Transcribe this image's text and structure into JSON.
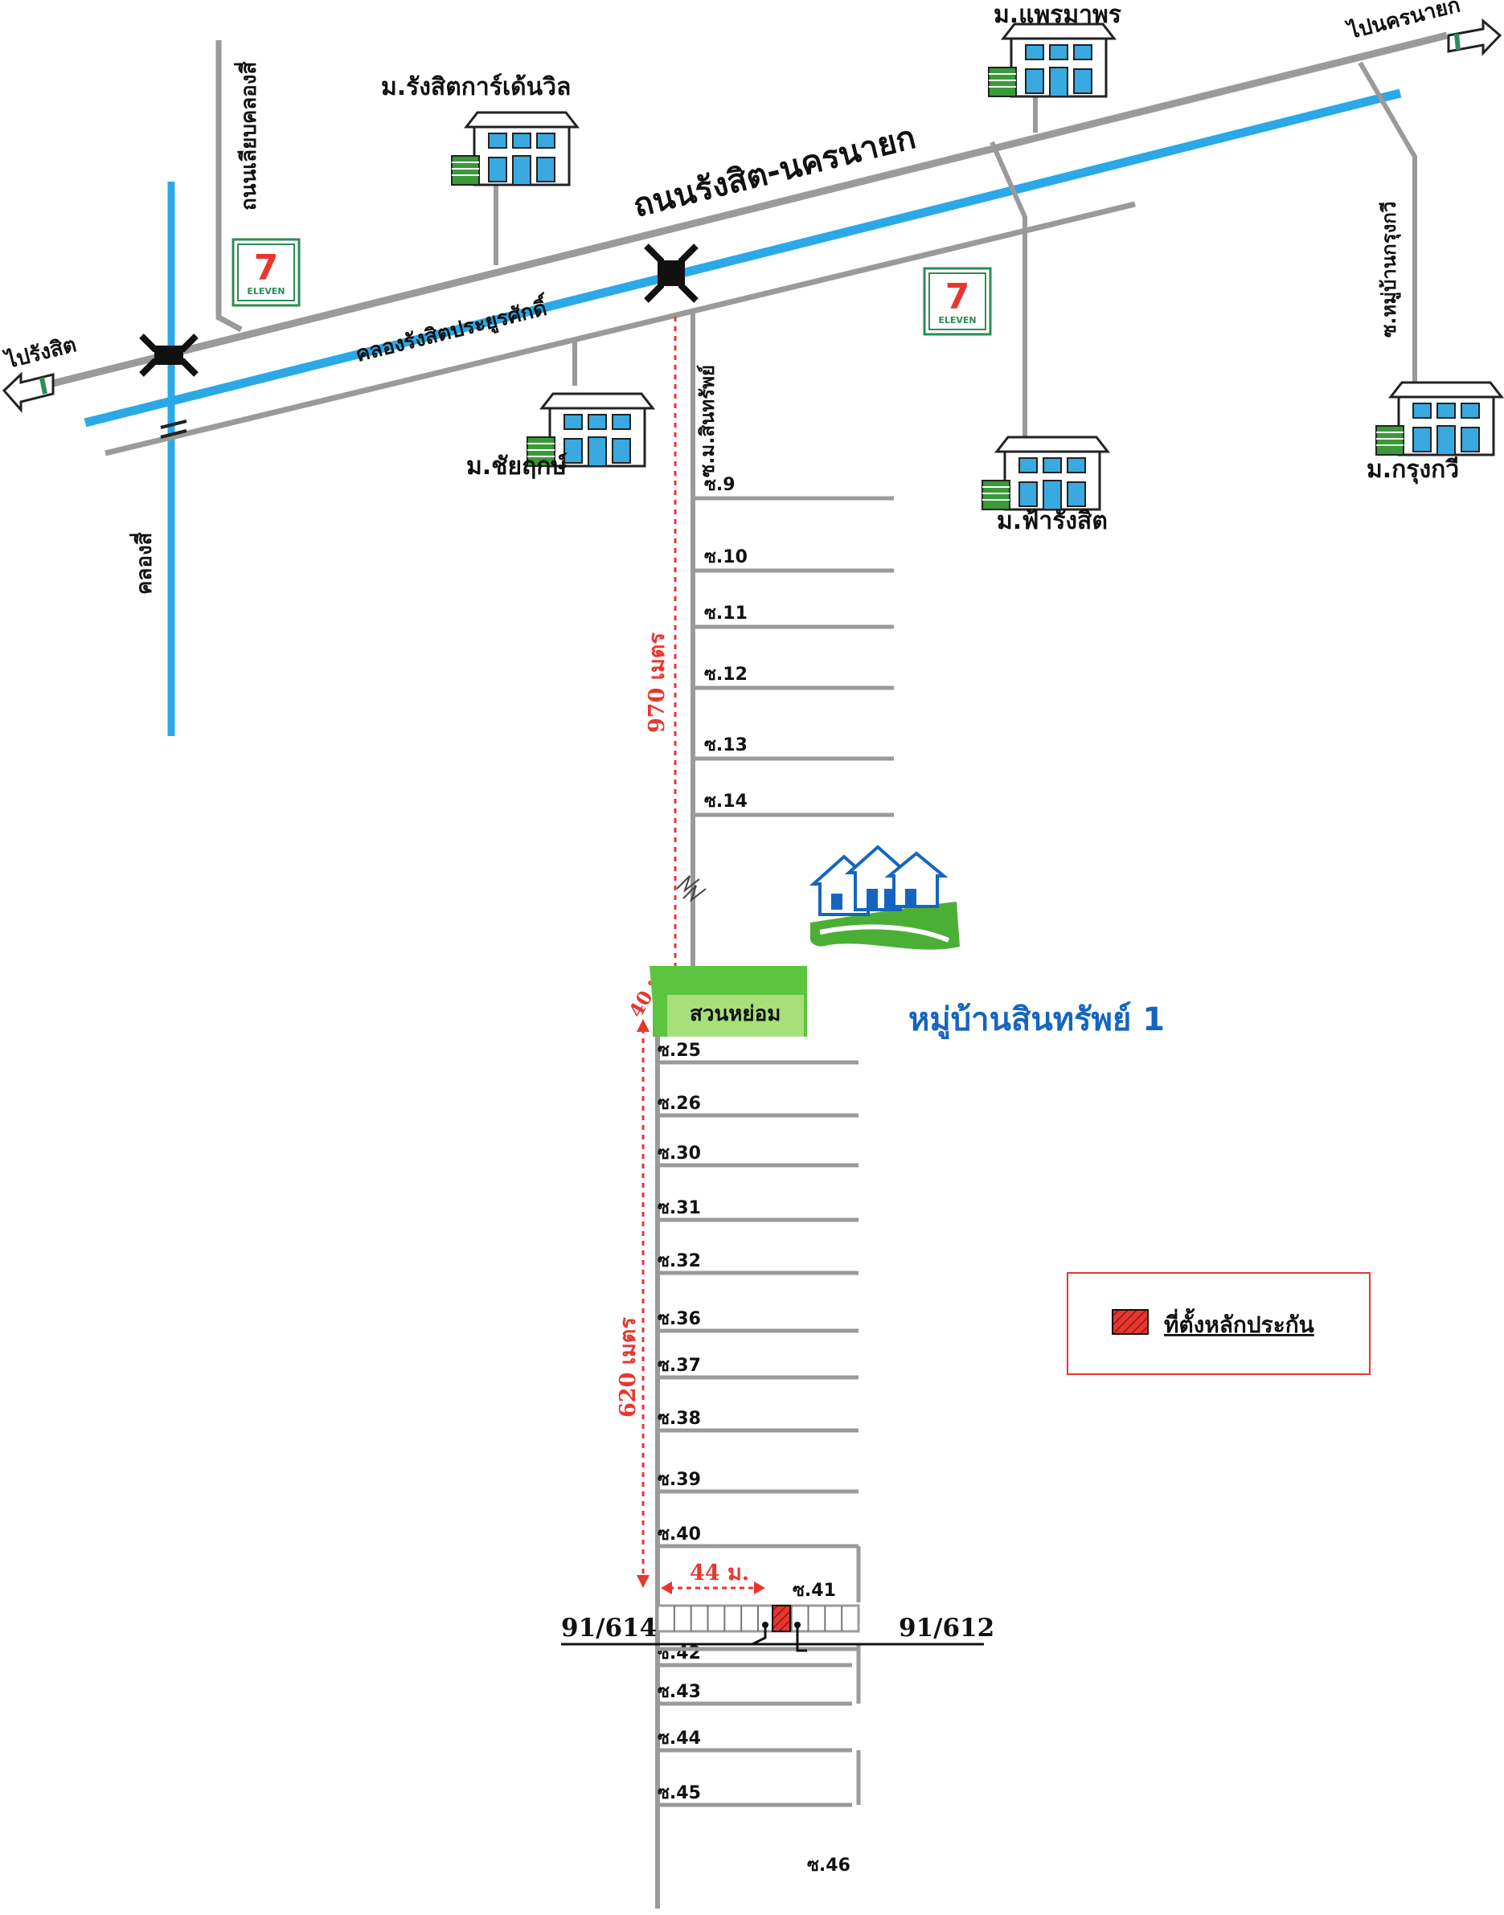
{
  "map": {
    "main_road": "ถนนรังสิต-นครนายก",
    "canal_main": "คลองรังสิตประยูรศักดิ์",
    "canal_side": "คลองสี่",
    "side_road": "ถนนเลียบคลองสี่",
    "to_rangsit": "ไปรังสิต",
    "to_nakhonnayok": "ไปนครนายก",
    "soi_sinsap": "ซ.ม.สินทรัพย์",
    "soi_krungkawee": "ซ.หมู่บ้านกรุงกวี",
    "villages": {
      "rangsit_garden": "ม.รังสิตการ์เด้นวิล",
      "phraemaporn": "ม.แพรมาพร",
      "chaiyaruk": "ม.ชัยฤกษ์",
      "fah_rangsit": "ม.ฟ้ารังสิต",
      "krungkawee": "ม.กรุงกวี"
    },
    "village_name": "หมู่บ้านสินทรัพย์ 1",
    "park_label": "สวนหย่อม",
    "store_text": "ELEVEN",
    "store_digit": "7",
    "distances": {
      "d970": "970 เมตร",
      "d620": "620 เมตร",
      "d40": "40 ม.",
      "d44": "44 ม."
    },
    "soi_upper": [
      "ซ.9",
      "ซ.10",
      "ซ.11",
      "ซ.12",
      "ซ.13",
      "ซ.14"
    ],
    "soi_lower": [
      "ซ.25",
      "ซ.26",
      "ซ.30",
      "ซ.31",
      "ซ.32",
      "ซ.36",
      "ซ.37",
      "ซ.38",
      "ซ.39",
      "ซ.40",
      "ซ.41",
      "ซ.42",
      "ซ.43",
      "ซ.44",
      "ซ.45",
      "ซ.46"
    ],
    "lot_left": "91/614",
    "lot_right": "91/612",
    "legend_label": "ที่ตั้งหลักประกัน",
    "colors": {
      "canal": "#2aa9e8",
      "road": "#9a9a9a",
      "marker": "#e8362f",
      "park": "#5cc43e",
      "village_text": "#1565c0"
    }
  }
}
